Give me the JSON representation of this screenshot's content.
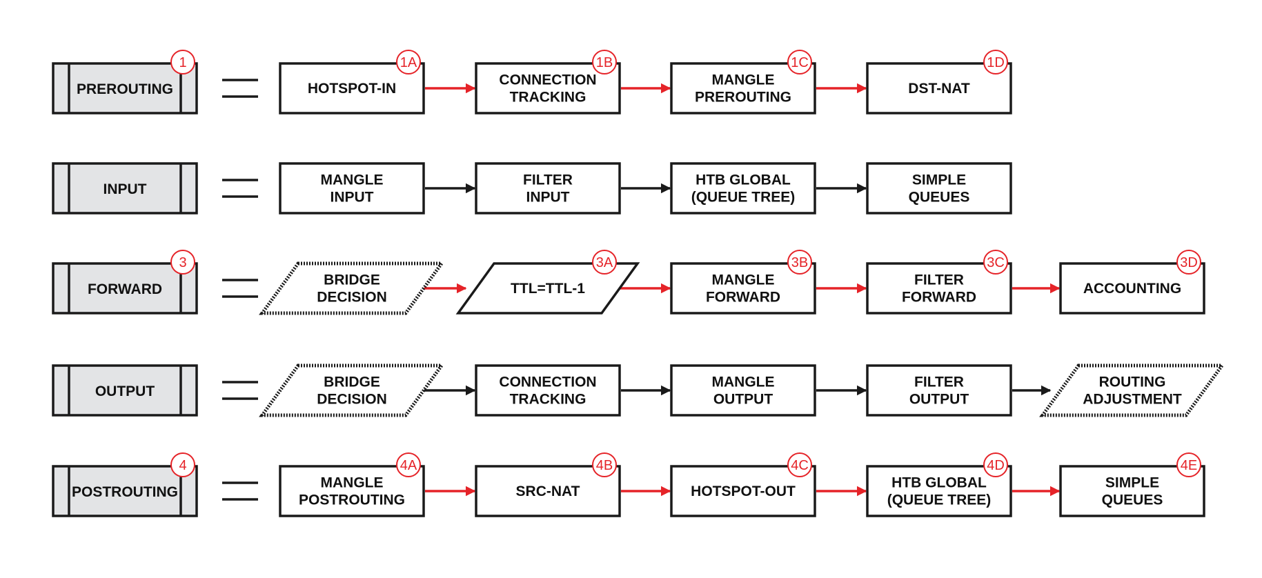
{
  "colors": {
    "stroke": "#1a1a1a",
    "chain_fill": "#e3e4e6",
    "accent": "#e52328",
    "plain_arrow": "#1a1a1a"
  },
  "rows": [
    {
      "chain": {
        "label": "PREROUTING",
        "badge": "1"
      },
      "equals": "=",
      "arrow_color": "red",
      "steps": [
        {
          "lines": [
            "HOTSPOT-IN"
          ],
          "badge": "1A",
          "shape": "rect"
        },
        {
          "lines": [
            "CONNECTION",
            "TRACKING"
          ],
          "badge": "1B",
          "shape": "rect"
        },
        {
          "lines": [
            "MANGLE",
            "PREROUTING"
          ],
          "badge": "1C",
          "shape": "rect"
        },
        {
          "lines": [
            "DST-NAT"
          ],
          "badge": "1D",
          "shape": "rect"
        }
      ]
    },
    {
      "chain": {
        "label": "INPUT",
        "badge": ""
      },
      "equals": "=",
      "arrow_color": "black",
      "steps": [
        {
          "lines": [
            "MANGLE",
            "INPUT"
          ],
          "badge": "",
          "shape": "rect"
        },
        {
          "lines": [
            "FILTER",
            "INPUT"
          ],
          "badge": "",
          "shape": "rect"
        },
        {
          "lines": [
            "HTB GLOBAL",
            "(QUEUE TREE)"
          ],
          "badge": "",
          "shape": "rect"
        },
        {
          "lines": [
            "SIMPLE",
            "QUEUES"
          ],
          "badge": "",
          "shape": "rect"
        }
      ]
    },
    {
      "chain": {
        "label": "FORWARD",
        "badge": "3"
      },
      "equals": "=",
      "arrow_color": "red",
      "steps": [
        {
          "lines": [
            "BRIDGE",
            "DECISION"
          ],
          "badge": "",
          "shape": "para-dotted"
        },
        {
          "lines": [
            "TTL=TTL-1"
          ],
          "badge": "3A",
          "shape": "para-solid"
        },
        {
          "lines": [
            "MANGLE",
            "FORWARD"
          ],
          "badge": "3B",
          "shape": "rect"
        },
        {
          "lines": [
            "FILTER",
            "FORWARD"
          ],
          "badge": "3C",
          "shape": "rect"
        },
        {
          "lines": [
            "ACCOUNTING"
          ],
          "badge": "3D",
          "shape": "rect"
        }
      ]
    },
    {
      "chain": {
        "label": "OUTPUT",
        "badge": ""
      },
      "equals": "=",
      "arrow_color": "black",
      "steps": [
        {
          "lines": [
            "BRIDGE",
            "DECISION"
          ],
          "badge": "",
          "shape": "para-dotted"
        },
        {
          "lines": [
            "CONNECTION",
            "TRACKING"
          ],
          "badge": "",
          "shape": "rect"
        },
        {
          "lines": [
            "MANGLE",
            "OUTPUT"
          ],
          "badge": "",
          "shape": "rect"
        },
        {
          "lines": [
            "FILTER",
            "OUTPUT"
          ],
          "badge": "",
          "shape": "rect"
        },
        {
          "lines": [
            "ROUTING",
            "ADJUSTMENT"
          ],
          "badge": "",
          "shape": "para-dotted"
        }
      ]
    },
    {
      "chain": {
        "label": "POSTROUTING",
        "badge": "4"
      },
      "equals": "=",
      "arrow_color": "red",
      "steps": [
        {
          "lines": [
            "MANGLE",
            "POSTROUTING"
          ],
          "badge": "4A",
          "shape": "rect"
        },
        {
          "lines": [
            "SRC-NAT"
          ],
          "badge": "4B",
          "shape": "rect"
        },
        {
          "lines": [
            "HOTSPOT-OUT"
          ],
          "badge": "4C",
          "shape": "rect"
        },
        {
          "lines": [
            "HTB GLOBAL",
            "(QUEUE TREE)"
          ],
          "badge": "4D",
          "shape": "rect"
        },
        {
          "lines": [
            "SIMPLE",
            "QUEUES"
          ],
          "badge": "4E",
          "shape": "rect"
        }
      ]
    }
  ]
}
